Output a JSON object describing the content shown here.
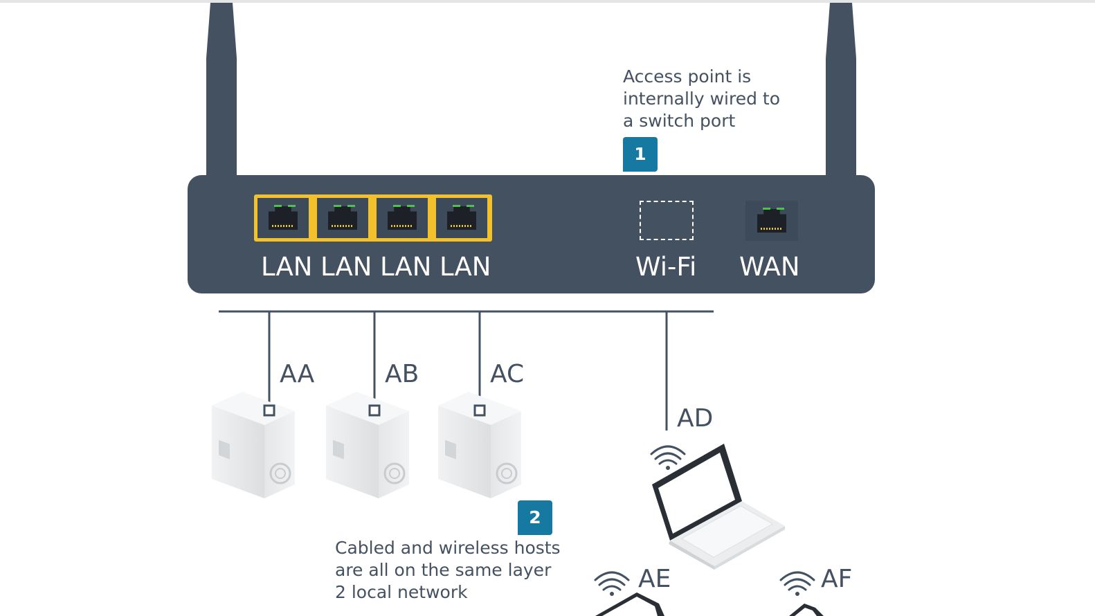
{
  "router": {
    "lan_ports": [
      "LAN",
      "LAN",
      "LAN",
      "LAN"
    ],
    "wifi_label": "Wi-Fi",
    "wan_label": "WAN"
  },
  "callouts": [
    {
      "number": "1",
      "text_lines": [
        "Access point is",
        "internally wired to",
        "a switch port"
      ]
    },
    {
      "number": "2",
      "text_lines": [
        "Cabled and wireless hosts",
        "are all on the same layer",
        "2 local network"
      ]
    }
  ],
  "hosts": {
    "wired": [
      "AA",
      "AB",
      "AC"
    ],
    "wireless": [
      "AD",
      "AE",
      "AF"
    ]
  },
  "colors": {
    "chassis": "#445160",
    "lan_highlight": "#f3c12c",
    "badge": "#1679a1",
    "text": "#445160"
  }
}
